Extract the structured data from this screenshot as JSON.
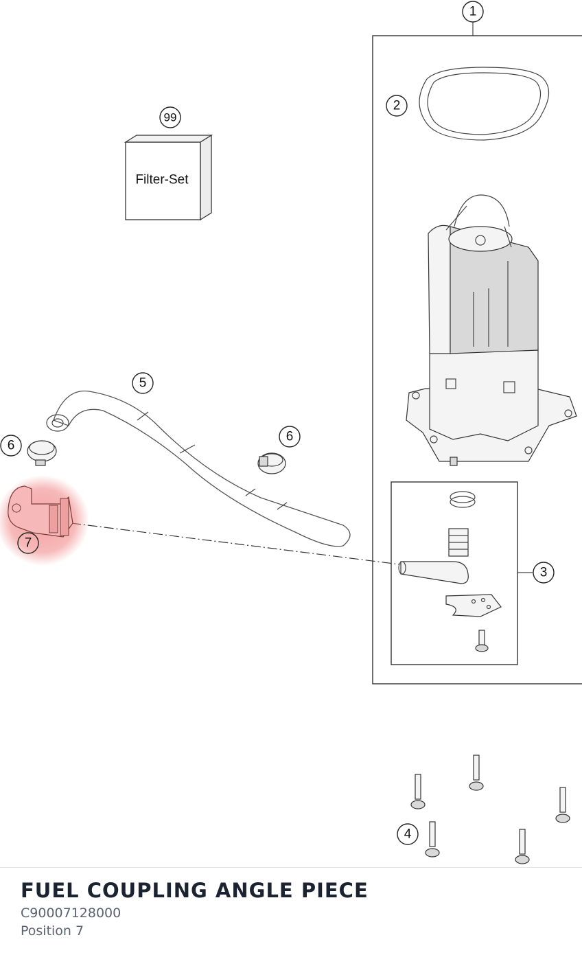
{
  "diagram": {
    "callouts": {
      "c1": "1",
      "c2": "2",
      "c3": "3",
      "c4": "4",
      "c5": "5",
      "c6a": "6",
      "c6b": "6",
      "c7": "7",
      "c99": "99"
    },
    "filter_set_label": "Filter-Set",
    "highlight_color": "#f08080"
  },
  "part": {
    "title": "FUEL COUPLING ANGLE PIECE",
    "number": "C90007128000",
    "position": "Position 7"
  }
}
